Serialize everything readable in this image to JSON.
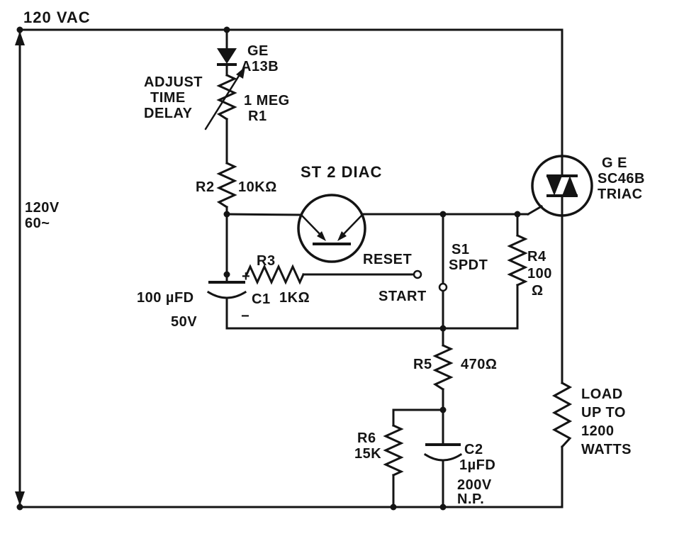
{
  "diagram": {
    "labels": {
      "supply_top": "120 VAC",
      "supply_voltage": "120V",
      "supply_freq": "60~",
      "diode_make": "GE",
      "diode_part": "A13B",
      "adjust_1": "ADJUST",
      "adjust_2": "TIME",
      "adjust_3": "DELAY",
      "r1_value": "1 MEG",
      "r1_ref": "R1",
      "r2_ref": "R2",
      "r2_value": "10KΩ",
      "diac_label": "ST 2 DIAC",
      "triac_make": "G E",
      "triac_part": "SC46B",
      "triac_type": "TRIAC",
      "reset": "RESET",
      "s1_ref": "S1",
      "s1_type": "SPDT",
      "start": "START",
      "r3_ref": "R3",
      "r3_value": "1KΩ",
      "c1_plus": "+",
      "c1_minus": "−",
      "c1_value": "100 µFD",
      "c1_ref": "C1",
      "c1_voltage": "50V",
      "r4_ref": "R4",
      "r4_value": "100",
      "r4_unit": "Ω",
      "r5_ref": "R5",
      "r5_value": "470Ω",
      "r6_ref": "R6",
      "r6_value": "15K",
      "c2_ref": "C2",
      "c2_value": "1µFD",
      "c2_voltage": "200V",
      "c2_np": "N.P.",
      "load_1": "LOAD",
      "load_2": "UP TO",
      "load_3": "1200",
      "load_4": "WATTS"
    }
  }
}
